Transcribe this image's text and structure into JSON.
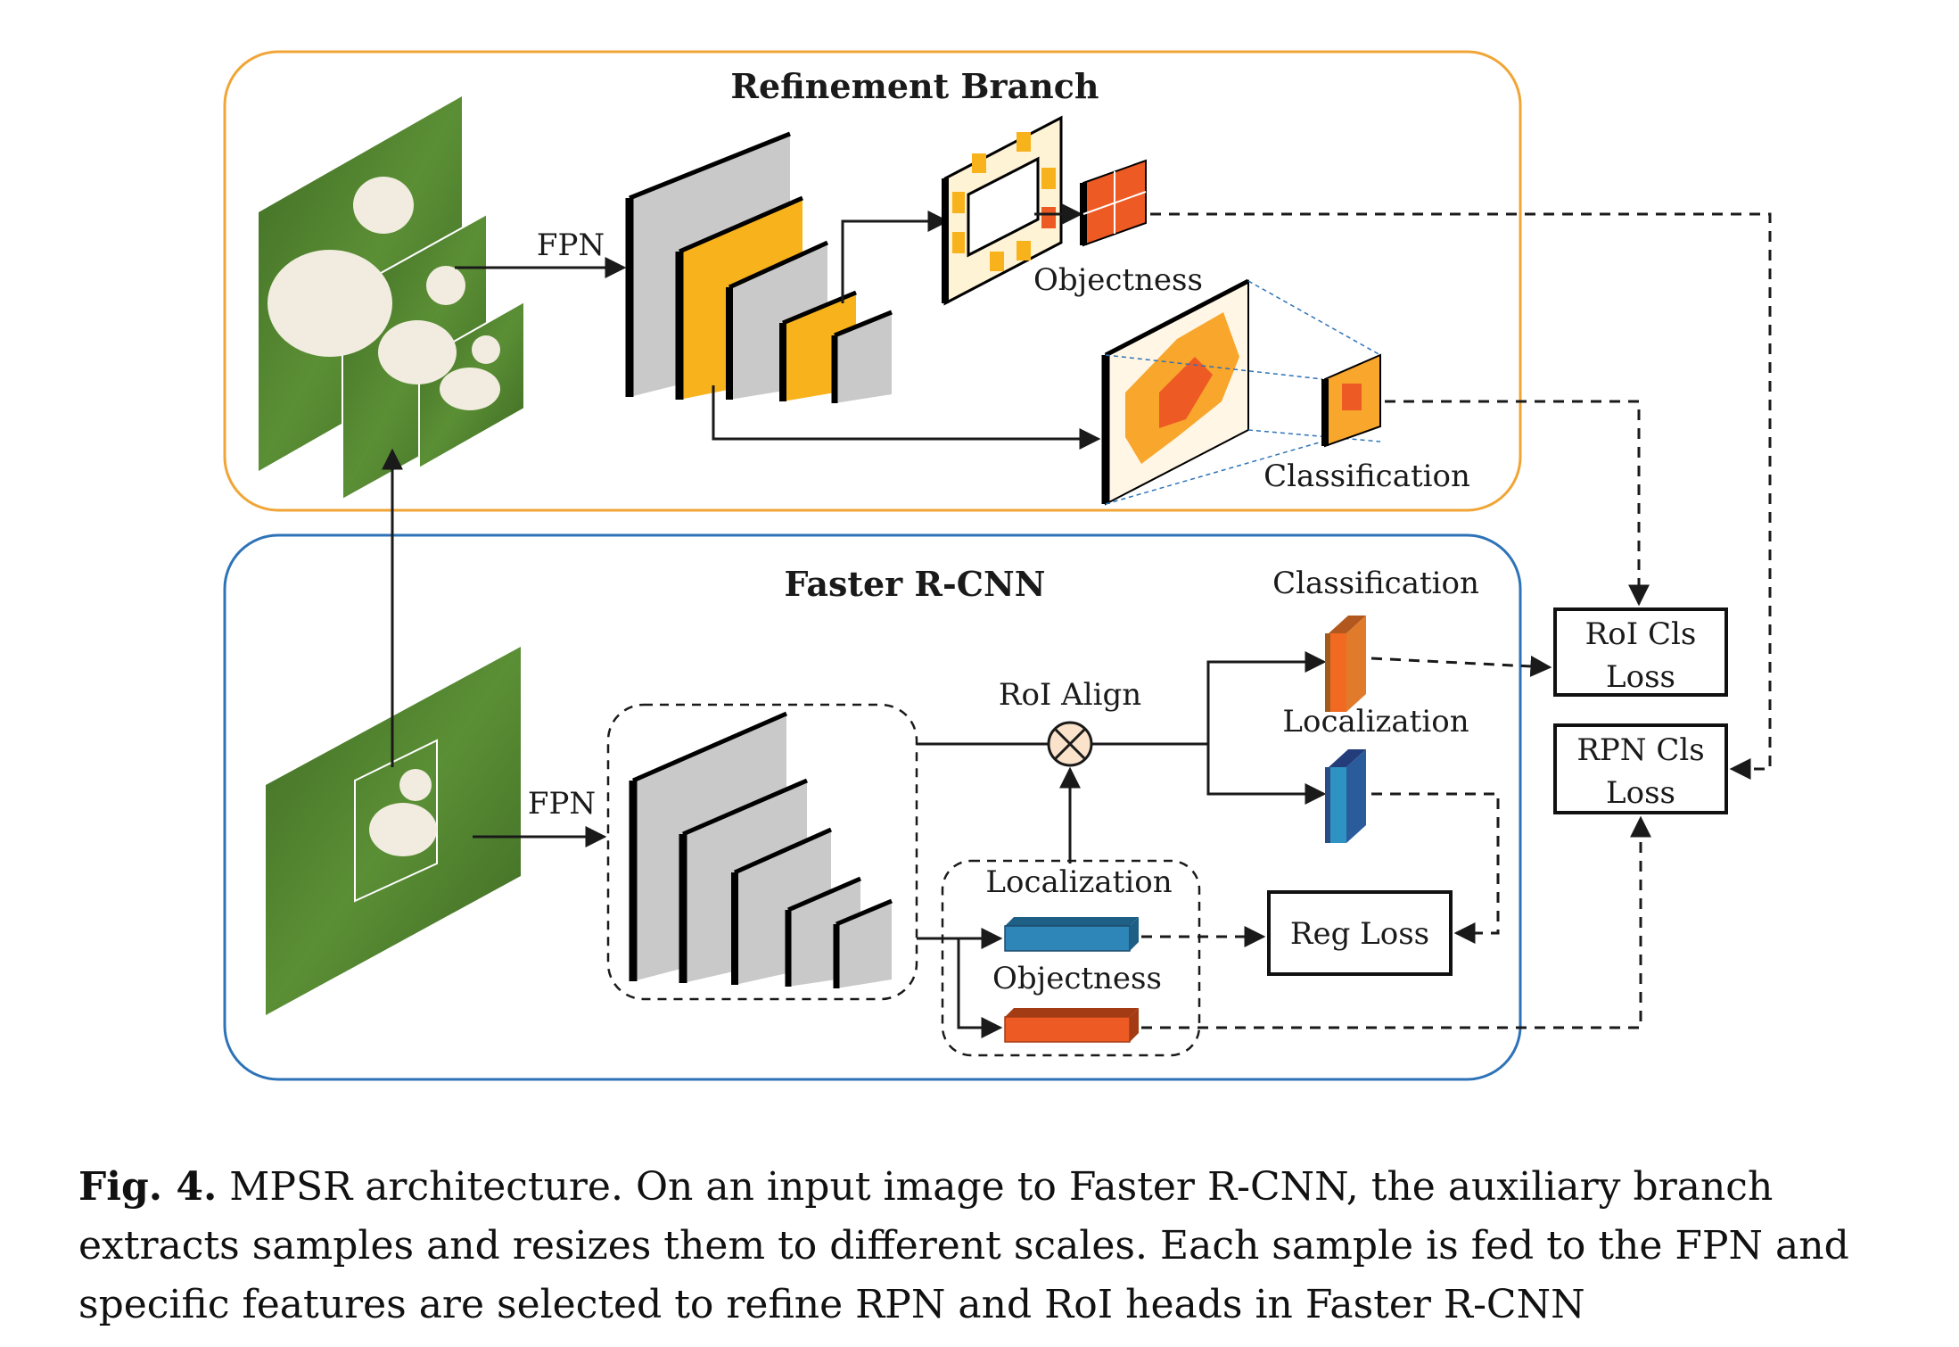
{
  "refinement": {
    "title": "Refinement Branch",
    "fpn_label": "FPN",
    "objectness_label": "Objectness",
    "classification_label": "Classification"
  },
  "faster": {
    "title": "Faster R-CNN",
    "fpn_label": "FPN",
    "roi_align_label": "RoI Align",
    "classification_label": "Classification",
    "localization_top_label": "Localization",
    "localization_rpn_label": "Localization",
    "objectness_label": "Objectness"
  },
  "losses": {
    "roi_cls_line1": "RoI Cls",
    "roi_cls_line2": "Loss",
    "rpn_cls_line1": "RPN  Cls",
    "rpn_cls_line2": "Loss",
    "reg_loss": "Reg  Loss"
  },
  "caption": {
    "fig_label": "Fig. 4.",
    "text": " MPSR architecture. On an input image to Faster R-CNN, the auxiliary branch extracts samples and resizes them to different scales. Each sample is fed to the FPN and specific features are selected to refine RPN and RoI heads in Faster R-CNN"
  },
  "colors": {
    "refinement_border": "#F0A536",
    "faster_border": "#2E73B8",
    "feature_gray": "#C9C9C9",
    "feature_yellow": "#F8B31C",
    "cell_orange": "#EE5A24",
    "blue_box": "#2E93C3",
    "grass": "#4E7E2E"
  }
}
